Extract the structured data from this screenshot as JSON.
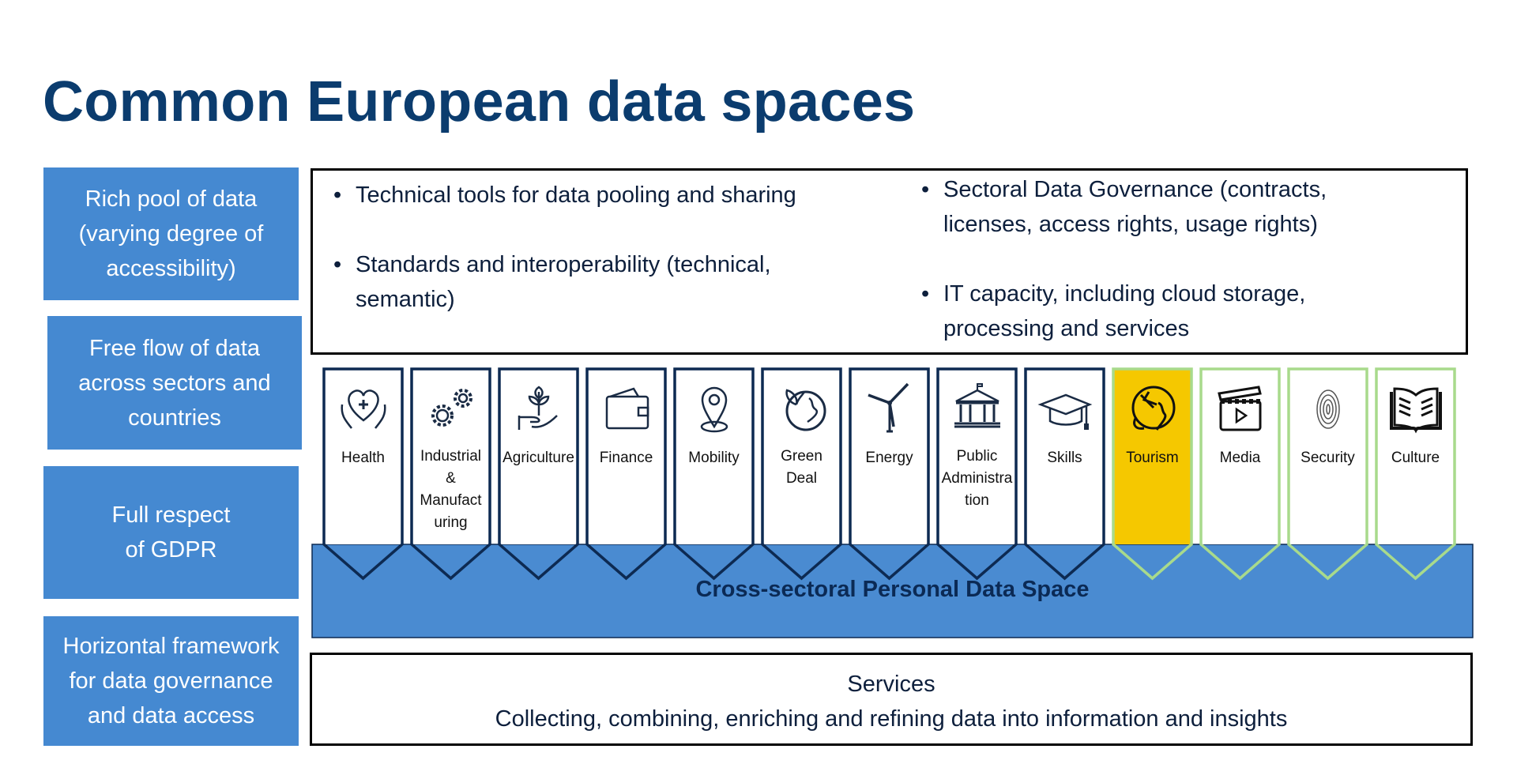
{
  "title": "Common European data spaces",
  "left_boxes": [
    "Rich pool of data\n(varying degree of\naccessibility)",
    "Free flow of data\nacross sectors and\ncountries",
    "Full respect\nof GDPR",
    "Horizontal framework\nfor data governance\nand data access"
  ],
  "top_box": {
    "bullets": [
      "Technical tools for data pooling and sharing",
      "Standards and interoperability (technical, semantic)",
      "Sectoral Data Governance (contracts, licenses, access rights, usage rights)",
      "IT capacity, including cloud storage, processing and services"
    ]
  },
  "sectors": [
    {
      "label": "Health",
      "icon": "health-icon",
      "style": "navy"
    },
    {
      "label": "Industrial\n&\nManufact\nuring",
      "icon": "gears-icon",
      "style": "navy"
    },
    {
      "label": "Agriculture",
      "icon": "plant-hand-icon",
      "style": "navy"
    },
    {
      "label": "Finance",
      "icon": "wallet-icon",
      "style": "navy"
    },
    {
      "label": "Mobility",
      "icon": "location-pin-icon",
      "style": "navy"
    },
    {
      "label": "Green\nDeal",
      "icon": "green-globe-icon",
      "style": "navy"
    },
    {
      "label": "Energy",
      "icon": "wind-turbine-icon",
      "style": "navy"
    },
    {
      "label": "Public\nAdministra\ntion",
      "icon": "government-building-icon",
      "style": "navy"
    },
    {
      "label": "Skills",
      "icon": "graduation-cap-icon",
      "style": "navy"
    },
    {
      "label": "Tourism",
      "icon": "globe-plane-icon",
      "style": "highlight"
    },
    {
      "label": "Media",
      "icon": "clapperboard-icon",
      "style": "green"
    },
    {
      "label": "Security",
      "icon": "fingerprint-icon",
      "style": "green"
    },
    {
      "label": "Culture",
      "icon": "open-book-icon",
      "style": "green"
    }
  ],
  "band": "Cross-sectoral Personal Data Space",
  "services": {
    "title": "Services",
    "subtitle": "Collecting, combining, enriching and refining data into information and insights"
  },
  "colors": {
    "title": "#0b3c6e",
    "box_blue": "#4589d1",
    "band_blue": "#4a8bd1",
    "navy": "#0d2a52",
    "green": "#a8da8c",
    "yellow": "#f5c800"
  }
}
